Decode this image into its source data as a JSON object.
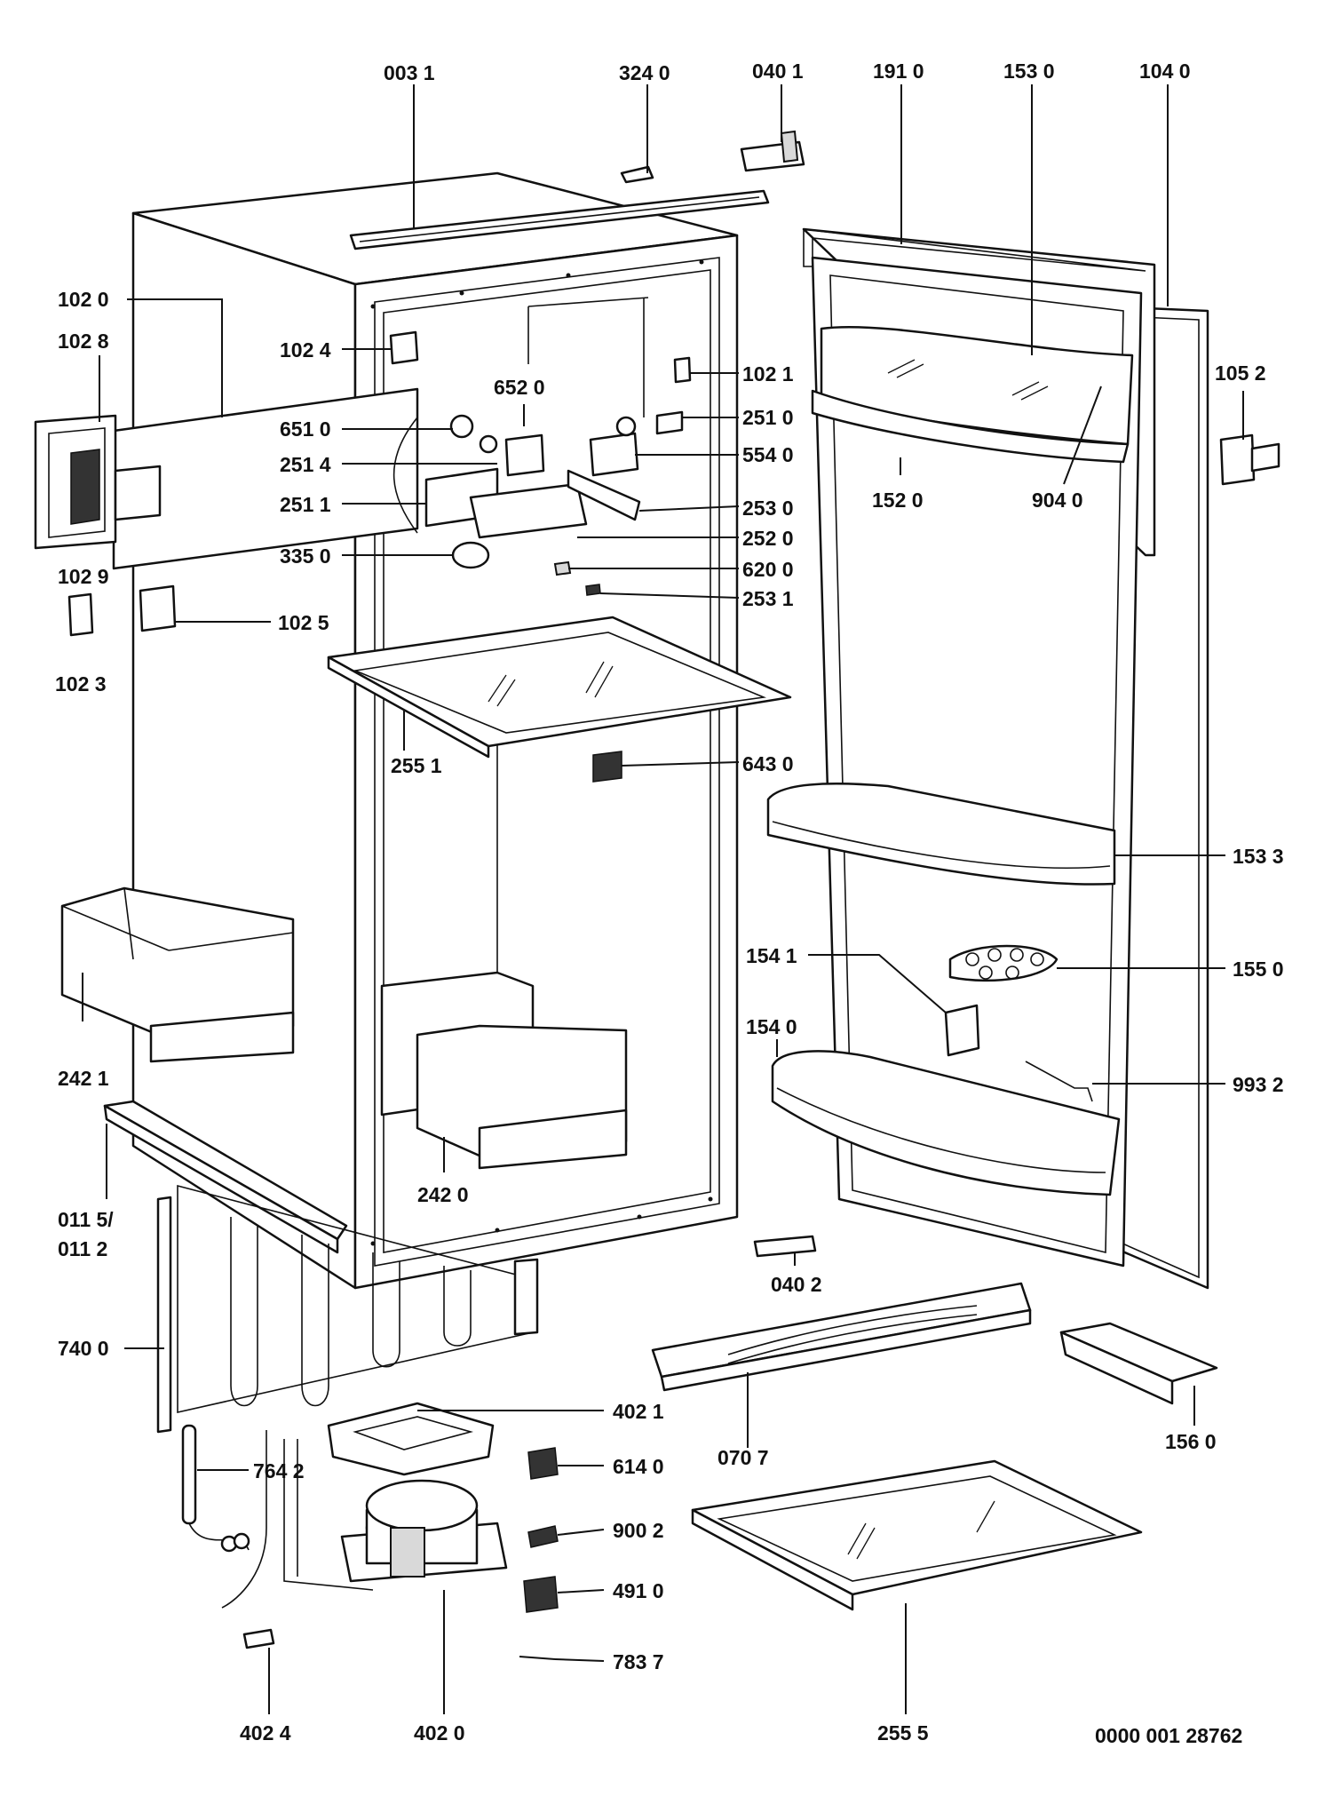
{
  "diagram": {
    "drawing_number": "0000 001 28762",
    "labels": {
      "p0031": "003 1",
      "p3240": "324 0",
      "p0401": "040 1",
      "p1910": "191 0",
      "p1530": "153 0",
      "p1040": "104 0",
      "p1020": "102 0",
      "p1028": "102 8",
      "p1024": "102 4",
      "p1021": "102 1",
      "p1052": "105 2",
      "p6520": "652 0",
      "p2510": "251 0",
      "p6510": "651 0",
      "p5540": "554 0",
      "p2514": "251 4",
      "p1520": "152 0",
      "p9040": "904 0",
      "p2511": "251 1",
      "p2530": "253 0",
      "p2520": "252 0",
      "p3350": "335 0",
      "p6200": "620 0",
      "p1029": "102 9",
      "p2531": "253 1",
      "p1025": "102 5",
      "p1023": "102 3",
      "p2551": "255 1",
      "p6430": "643 0",
      "p1533": "153 3",
      "p1541": "154 1",
      "p1550": "155 0",
      "p1540": "154 0",
      "p2421": "242 1",
      "p9932": "993 2",
      "p2420": "242 0",
      "p0115": "011 5/",
      "p0112": "011 2",
      "p0402": "040 2",
      "p7400": "740 0",
      "p4021": "402 1",
      "p0707": "070 7",
      "p1560": "156 0",
      "p7642": "764 2",
      "p6140": "614 0",
      "p9002": "900 2",
      "p4910": "491 0",
      "p7837": "783 7",
      "p4024": "402 4",
      "p4020": "402 0",
      "p2555": "255 5"
    }
  }
}
